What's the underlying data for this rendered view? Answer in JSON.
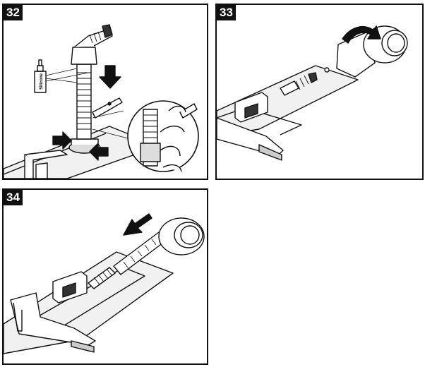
{
  "steps": [
    {
      "number": "32",
      "bottle_label": "Silicone"
    },
    {
      "number": "33"
    },
    {
      "number": "34"
    }
  ],
  "colors": {
    "ink": "#111111",
    "paper": "#ffffff",
    "shade": "#e6e6e6"
  }
}
